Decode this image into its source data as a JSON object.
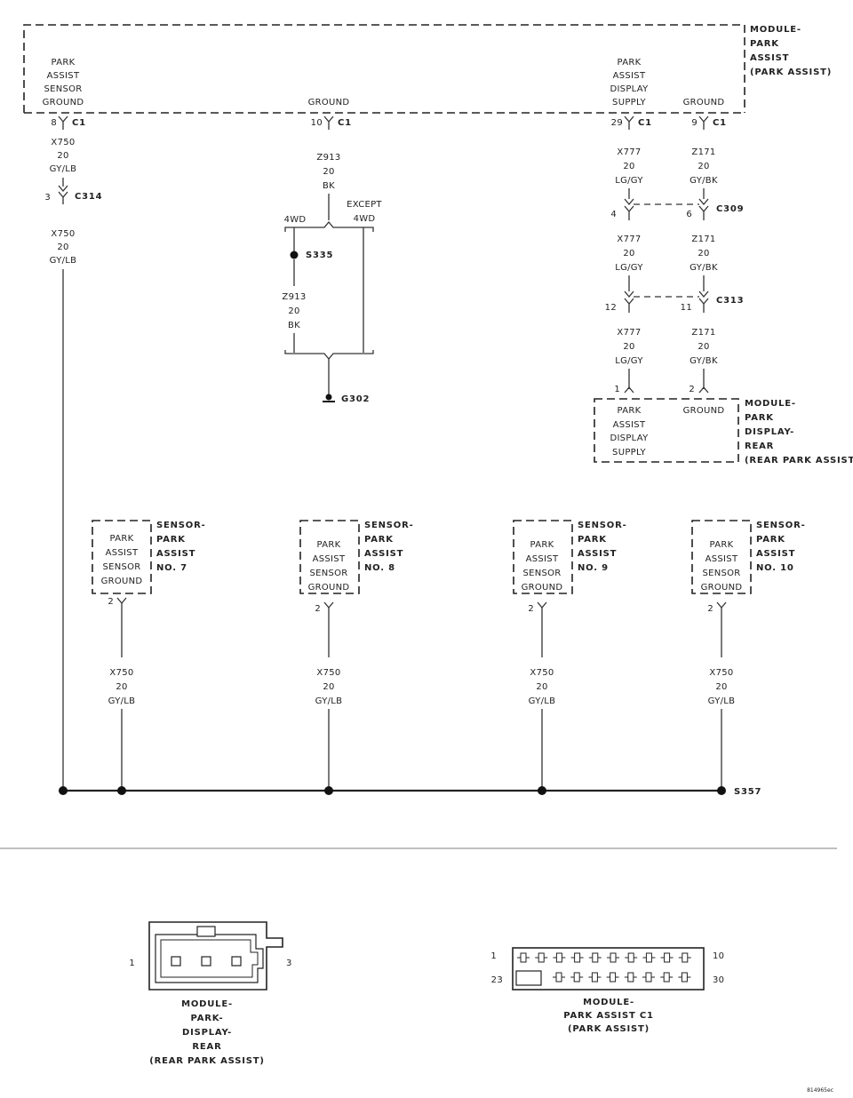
{
  "modules": {
    "park_assist": {
      "title_lines": [
        "MODULE-",
        "PARK",
        "ASSIST",
        "(PARK ASSIST)"
      ],
      "pin_sensor_ground": [
        "PARK",
        "ASSIST",
        "SENSOR",
        "GROUND"
      ],
      "pin_ground": "GROUND",
      "pin_display_supply": [
        "PARK",
        "ASSIST",
        "DISPLAY",
        "SUPPLY"
      ],
      "pin_ground2": "GROUND"
    },
    "display_rear": {
      "title_lines": [
        "MODULE-",
        "PARK",
        "DISPLAY-",
        "REAR",
        "(REAR PARK ASSIST)"
      ],
      "pin_supply": [
        "PARK",
        "ASSIST",
        "DISPLAY",
        "SUPPLY"
      ],
      "pin_ground": "GROUND"
    }
  },
  "connectors": {
    "c1_pins": [
      "8",
      "10",
      "29",
      "9"
    ],
    "c1_name": "C1",
    "c314": {
      "pin": "3",
      "name": "C314"
    },
    "c309": {
      "pins": [
        "4",
        "6"
      ],
      "name": "C309"
    },
    "c313": {
      "pins": [
        "12",
        "11"
      ],
      "name": "C313"
    },
    "display_pins": [
      "1",
      "2"
    ]
  },
  "wires": {
    "x750": [
      "X750",
      "20",
      "GY/LB"
    ],
    "z913": [
      "Z913",
      "20",
      "BK"
    ],
    "x777": [
      "X777",
      "20",
      "LG/GY"
    ],
    "z171": [
      "Z171",
      "20",
      "GY/BK"
    ]
  },
  "ground_branch": {
    "left": "4WD",
    "right_lines": [
      "EXCEPT",
      "4WD"
    ],
    "splice": "S335",
    "ground": "G302"
  },
  "sensors": [
    {
      "lines": [
        "SENSOR-",
        "PARK",
        "ASSIST",
        "NO. 7"
      ],
      "pin": "2"
    },
    {
      "lines": [
        "SENSOR-",
        "PARK",
        "ASSIST",
        "NO. 8"
      ],
      "pin": "2"
    },
    {
      "lines": [
        "SENSOR-",
        "PARK",
        "ASSIST",
        "NO. 9"
      ],
      "pin": "2"
    },
    {
      "lines": [
        "SENSOR-",
        "PARK",
        "ASSIST",
        "NO. 10"
      ],
      "pin": "2"
    }
  ],
  "sensor_pin_lines": [
    "PARK",
    "ASSIST",
    "SENSOR",
    "GROUND"
  ],
  "bus_splice": "S357",
  "connector_views": {
    "display_rear": {
      "pin_left": "1",
      "pin_right": "3",
      "caption": [
        "MODULE-",
        "PARK-",
        "DISPLAY-",
        "REAR",
        "(REAR PARK ASSIST)"
      ]
    },
    "c1": {
      "pin_top_left": "1",
      "pin_top_right": "10",
      "pin_bottom_left": "23",
      "pin_bottom_right": "30",
      "caption": [
        "MODULE-",
        "PARK ASSIST C1",
        "(PARK ASSIST)"
      ]
    }
  },
  "figure_id": "814965ec"
}
